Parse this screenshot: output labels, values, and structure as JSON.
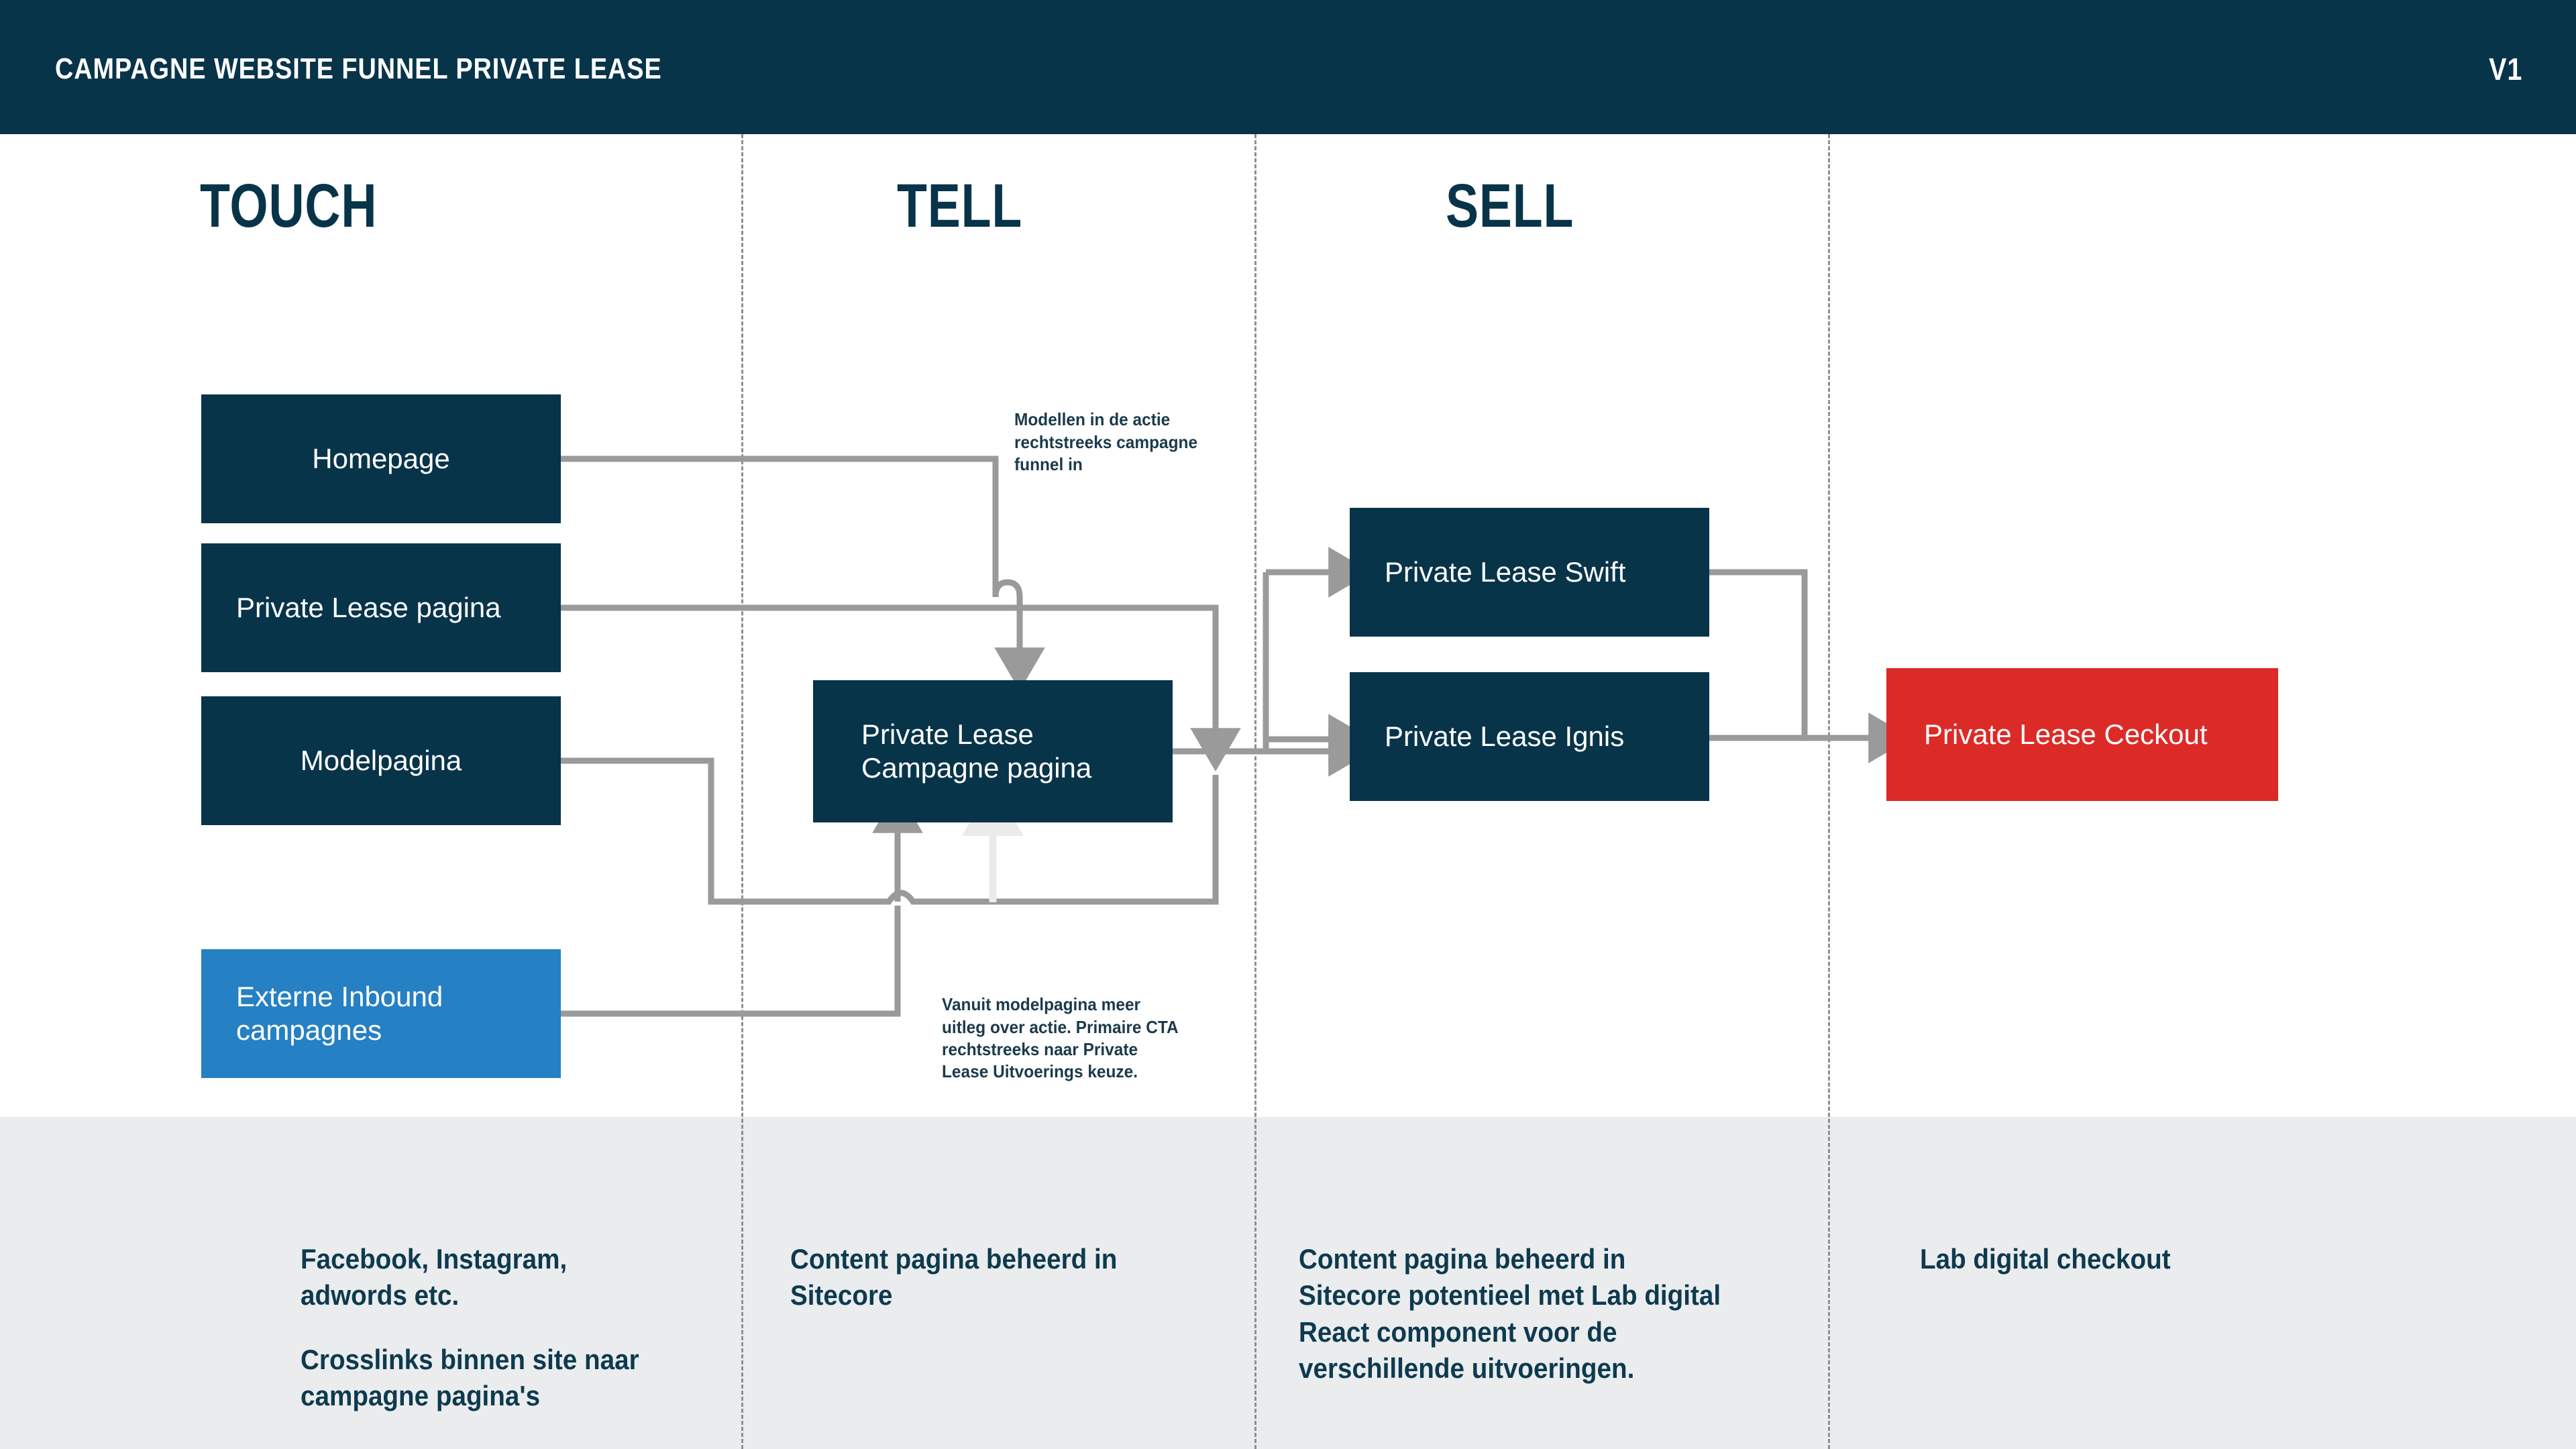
{
  "header": {
    "title": "CAMPAGNE WEBSITE FUNNEL PRIVATE LEASE",
    "version": "V1",
    "bg_color": "#08344a",
    "text_color": "#ffffff"
  },
  "colors": {
    "navy": "#08344a",
    "blue": "#2680c4",
    "red": "#dc2b27",
    "wire": "#9a9a9a",
    "wire_faded": "#ebebeb",
    "footer_bg": "#ebecee",
    "separator": "#8d8f92"
  },
  "stages": [
    {
      "label": "TOUCH"
    },
    {
      "label": "TELL"
    },
    {
      "label": "SELL"
    }
  ],
  "nodes": {
    "homepage": {
      "label": "Homepage",
      "color": "navy"
    },
    "private_lease_pagina": {
      "label": "Private Lease pagina",
      "color": "navy"
    },
    "modelpagina": {
      "label": "Modelpagina",
      "color": "navy"
    },
    "externe_inbound": {
      "label": "Externe Inbound campagnes",
      "color": "blue"
    },
    "campagne_pagina": {
      "label": "Private Lease Campagne pagina",
      "color": "navy"
    },
    "swift": {
      "label": "Private Lease Swift",
      "color": "navy"
    },
    "ignis": {
      "label": "Private Lease Ignis",
      "color": "navy"
    },
    "checkout": {
      "label": "Private Lease Ceckout",
      "color": "red"
    }
  },
  "annotations": {
    "top": "Modellen in de actie rechtstreeks campagne funnel in",
    "bottom": "Vanuit modelpagina meer uitleg over actie. Primaire CTA rechtstreeks naar Private Lease Uitvoerings keuze."
  },
  "footer_notes": [
    "Facebook, Instagram, adwords etc.",
    "Crosslinks binnen site naar campagne pagina's",
    "Content pagina beheerd in Sitecore",
    "Content pagina beheerd in Sitecore potentieel met Lab digital React component voor de verschillende uitvoeringen.",
    "Lab digital checkout"
  ]
}
